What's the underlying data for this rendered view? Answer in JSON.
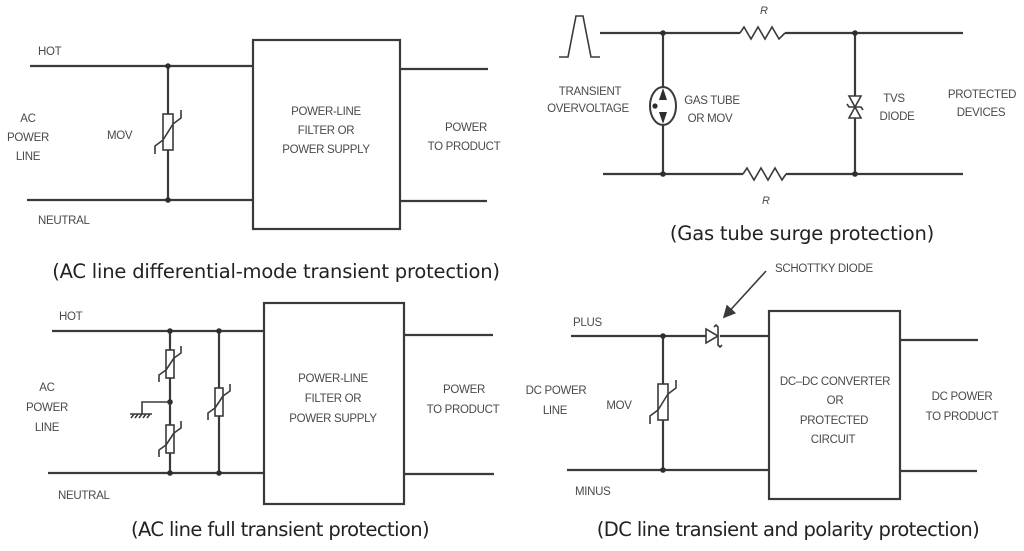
{
  "diagrams": {
    "ac_differential": {
      "caption": "(AC line differential-mode transient protection)",
      "labels": {
        "hot": "HOT",
        "neutral": "NEUTRAL",
        "input_1": "AC",
        "input_2": "POWER",
        "input_3": "LINE",
        "mov": "MOV",
        "box_1": "POWER-LINE",
        "box_2": "FILTER OR",
        "box_3": "POWER SUPPLY",
        "output_1": "POWER",
        "output_2": "TO PRODUCT"
      }
    },
    "gas_tube": {
      "caption": "(Gas tube surge protection)",
      "labels": {
        "resistor_top": "R",
        "resistor_bottom": "R",
        "input_1": "TRANSIENT",
        "input_2": "OVERVOLTAGE",
        "gas_tube_1": "GAS TUBE",
        "gas_tube_2": "OR MOV",
        "tvs_1": "TVS",
        "tvs_2": "DIODE",
        "output_1": "PROTECTED",
        "output_2": "DEVICES"
      }
    },
    "ac_full": {
      "caption": "(AC line full transient protection)",
      "labels": {
        "hot": "HOT",
        "neutral": "NEUTRAL",
        "input_1": "AC",
        "input_2": "POWER",
        "input_3": "LINE",
        "box_1": "POWER-LINE",
        "box_2": "FILTER OR",
        "box_3": "POWER SUPPLY",
        "output_1": "POWER",
        "output_2": "TO PRODUCT"
      }
    },
    "dc_polarity": {
      "caption": "(DC line transient and polarity protection)",
      "labels": {
        "schottky": "SCHOTTKY DIODE",
        "plus": "PLUS",
        "minus": "MINUS",
        "input_1": "DC POWER",
        "input_2": "LINE",
        "mov": "MOV",
        "box_1": "DC–DC CONVERTER",
        "box_2": "OR",
        "box_3": "PROTECTED",
        "box_4": "CIRCUIT",
        "output_1": "DC POWER",
        "output_2": "TO PRODUCT"
      }
    }
  }
}
